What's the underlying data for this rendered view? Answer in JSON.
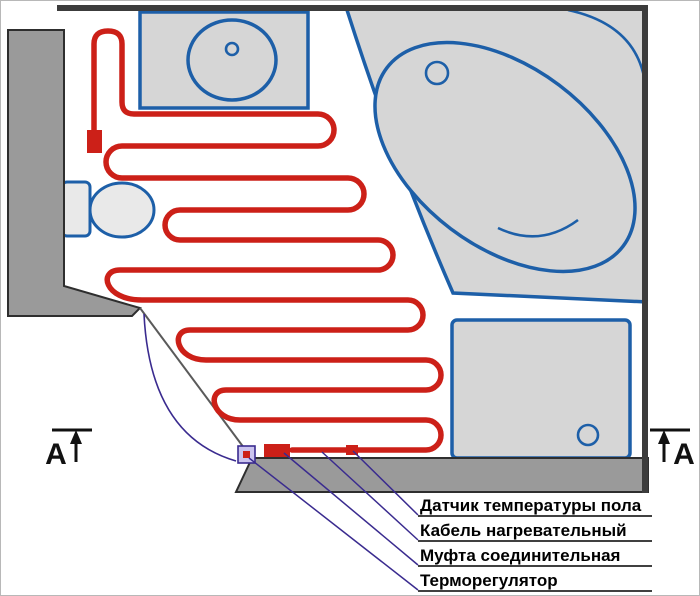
{
  "diagram": {
    "section_marker": "A",
    "callouts": [
      "Датчик температуры пола",
      "Кабель нагревательный",
      "Муфта соединительная",
      "Терморегулятор"
    ],
    "colors": {
      "wall": "#9a9a9a",
      "fixture_fill": "#d6d6d6",
      "fixture_outline": "#1d5fa8",
      "heating_cable": "#cc2018",
      "leader_line": "#3a2b8f",
      "label_text": "#000000"
    }
  }
}
